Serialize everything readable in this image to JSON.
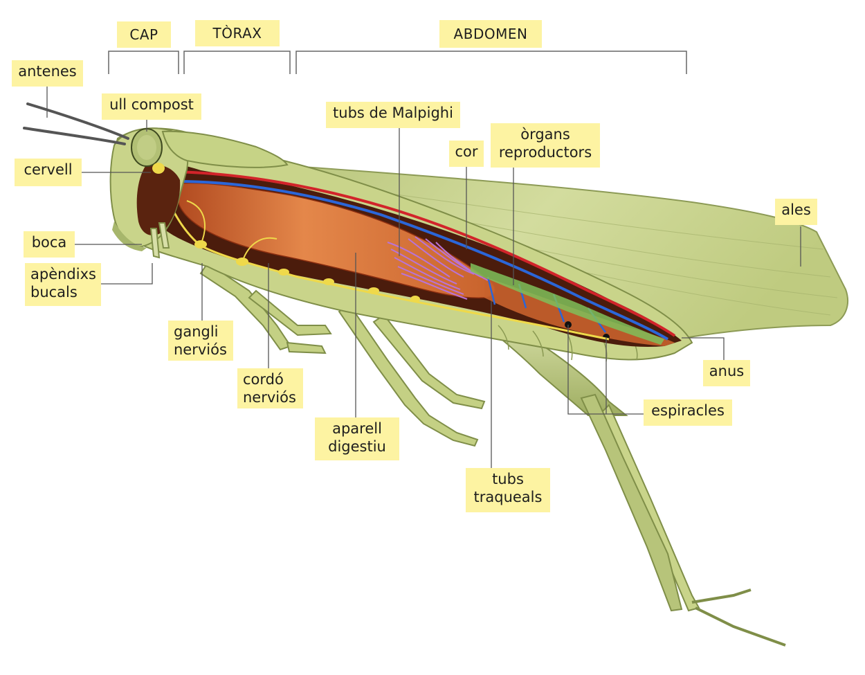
{
  "sections": {
    "cap": "CAP",
    "torax": "TÒRAX",
    "abdomen": "ABDOMEN"
  },
  "labels": {
    "antenes": "antenes",
    "ull_compost": "ull compost",
    "cervell": "cervell",
    "boca": "boca",
    "apendixs_line1": "apèndixs",
    "apendixs_line2": "bucals",
    "gangli_line1": "gangli",
    "gangli_line2": "nerviós",
    "cordo_line1": "cordó",
    "cordo_line2": "nerviós",
    "aparell_line1": "aparell",
    "aparell_line2": "digestiu",
    "tubs_malpighi": "tubs de Malpighi",
    "cor": "cor",
    "organs_line1": "òrgans",
    "organs_line2": "reproductors",
    "ales": "ales",
    "anus": "anus",
    "espiracles": "espiracles",
    "traqueals_line1": "tubs",
    "traqueals_line2": "traqueals"
  },
  "colors": {
    "label_bg": "#fdf3a2",
    "body_green": "#c9d48a",
    "wing_green": "#c3cf8a",
    "gut_orange": "#d9783e",
    "cavity_brown": "#4b1c0c",
    "vessel_blue": "#2b66d8",
    "vessel_red": "#d2242a",
    "malpighi_purple": "#b873d8",
    "nerve_yellow": "#efd94a",
    "leader_line": "#555555"
  }
}
